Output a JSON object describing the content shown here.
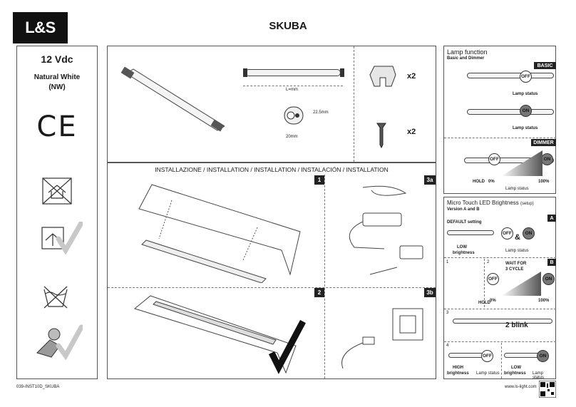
{
  "header": {
    "logo": "L&S",
    "title": "SKUBA"
  },
  "spec": {
    "voltage": "12 Vdc",
    "color_line1": "Natural White",
    "color_line2": "(NW)",
    "ce": "CE"
  },
  "contents": {
    "length_label": "L=mm",
    "height_label": "22.5mm",
    "width_label": "20mm",
    "clip_qty": "x2",
    "screw_qty": "x2"
  },
  "installation": {
    "heading": "INSTALLAZIONE / INSTALLATION / INSTALLATION / INSTALACIÓN / INSTALLATION",
    "steps": [
      "1",
      "3a",
      "2",
      "3b"
    ]
  },
  "lamp_function": {
    "title": "Lamp function",
    "subtitle": "Basic and Dimmer",
    "basic_badge": "BASIC",
    "dimmer_badge": "DIMMER",
    "off": "OFF",
    "on": "ON",
    "lamp_status": "Lamp status",
    "hold": "HOLD",
    "zero": "0%",
    "hundred": "100%"
  },
  "micro_touch": {
    "title": "Micro Touch LED Brightness",
    "title_suffix": "(setup)",
    "subtitle": "Version A and B",
    "badge_a": "A",
    "badge_b": "B",
    "default_setting": "DEFAULT setting",
    "low": "LOW",
    "brightness": "brightness",
    "high": "HIGH",
    "amp": "&",
    "wait_line1": "WAIT FOR",
    "wait_line2": "3 CYCLE",
    "blink": "2 blink",
    "step1": "1",
    "step2": "2",
    "step3": "3",
    "step4": "4"
  },
  "footer": {
    "code": "039-INST10D_SKUBA",
    "url": "www.ls-light.com"
  }
}
